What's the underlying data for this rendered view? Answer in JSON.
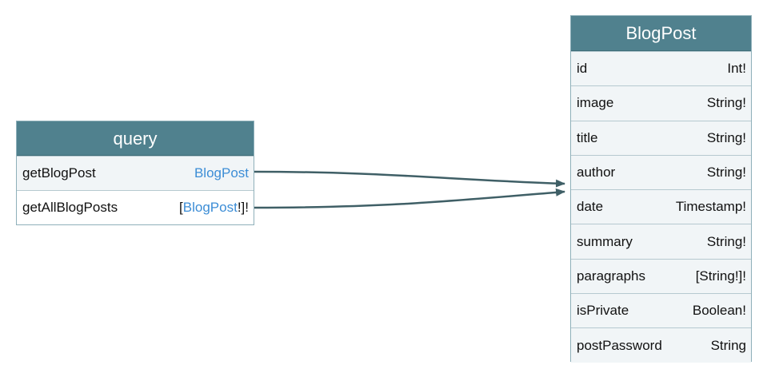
{
  "query": {
    "title": "query",
    "fields": [
      {
        "name": "getBlogPost",
        "type_prefix": "",
        "type_link": "BlogPost",
        "type_suffix": ""
      },
      {
        "name": "getAllBlogPosts",
        "type_prefix": "[",
        "type_link": "BlogPost",
        "type_suffix": "!]!"
      }
    ]
  },
  "blogpost": {
    "title": "BlogPost",
    "fields": [
      {
        "name": "id",
        "type": "Int!"
      },
      {
        "name": "image",
        "type": "String!"
      },
      {
        "name": "title",
        "type": "String!"
      },
      {
        "name": "author",
        "type": "String!"
      },
      {
        "name": "date",
        "type": "Timestamp!"
      },
      {
        "name": "summary",
        "type": "String!"
      },
      {
        "name": "paragraphs",
        "type": "[String!]!"
      },
      {
        "name": "isPrivate",
        "type": "Boolean!"
      },
      {
        "name": "postPassword",
        "type": "String"
      }
    ]
  },
  "colors": {
    "header_bg": "#50818e",
    "link": "#3c8dd6",
    "edge": "#3f5f66",
    "row_bg": "#f1f5f7"
  }
}
